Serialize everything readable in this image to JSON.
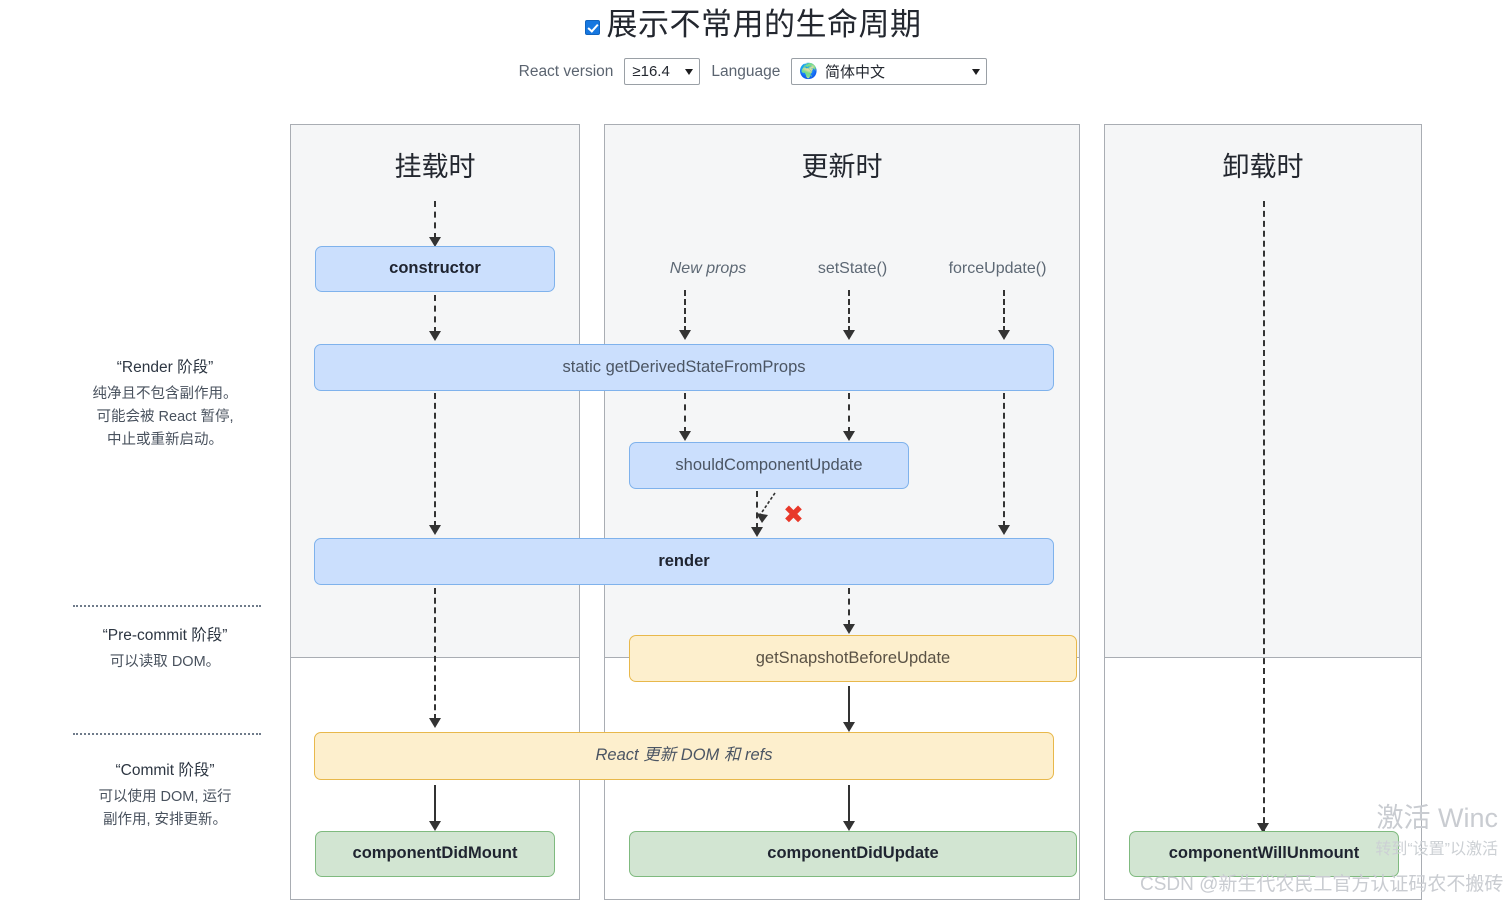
{
  "header": {
    "checkbox_label": "展示不常用的生命周期",
    "checkbox_checked": true,
    "version_label": "React version",
    "version_value": "≥16.4",
    "language_label": "Language",
    "language_icon": "globe-icon",
    "language_glyph": "🌍",
    "language_value": "简体中文"
  },
  "phases": [
    {
      "name": "“Render 阶段”",
      "desc": "纯净且不包含副作用。\n可能会被 React 暂停,\n中止或重新启动。"
    },
    {
      "name": "“Pre-commit 阶段”",
      "desc": "可以读取 DOM。"
    },
    {
      "name": "“Commit 阶段”",
      "desc": "可以使用 DOM, 运行\n副作用, 安排更新。"
    }
  ],
  "columns": {
    "mount": {
      "title": "挂载时"
    },
    "update": {
      "title": "更新时"
    },
    "unmount": {
      "title": "卸载时"
    }
  },
  "triggers": [
    {
      "label": "New props",
      "italic": true
    },
    {
      "label": "setState()",
      "italic": false
    },
    {
      "label": "forceUpdate()",
      "italic": false
    }
  ],
  "boxes": {
    "constructor": "constructor",
    "get_derived_state": "static getDerivedStateFromProps",
    "should_component_update": "shouldComponentUpdate",
    "render": "render",
    "get_snapshot": "getSnapshotBeforeUpdate",
    "react_updates_dom": "React 更新 DOM 和 refs",
    "component_did_mount": "componentDidMount",
    "component_did_update": "componentDidUpdate",
    "component_will_unmount": "componentWillUnmount"
  },
  "marks": {
    "skip_render_x": "✖"
  },
  "watermark": {
    "activate_line1": "激活 Winc",
    "activate_line2": "转到“设置”以激活",
    "csdn": "CSDN @新生代农民工官方认证码农不搬砖"
  },
  "colors": {
    "blue_fill": "#cbdffd",
    "blue_border": "#7fb2ec",
    "yellow_fill": "#fdefcd",
    "yellow_border": "#e8b84b",
    "green_fill": "#d2e5d2",
    "green_border": "#7fba7f",
    "band_bg": "#f5f6f7",
    "accent_red": "#e8382a",
    "checkbox_blue": "#1677e0"
  }
}
